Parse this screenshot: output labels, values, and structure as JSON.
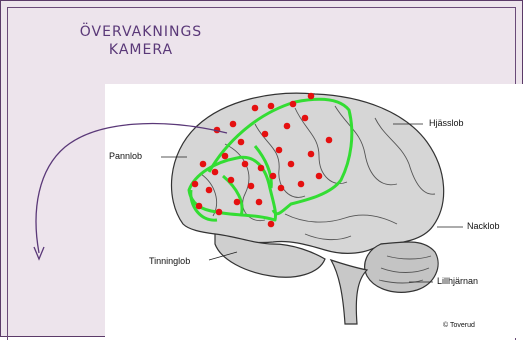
{
  "slide": {
    "title_line1": "ÖVERVAKNINGS",
    "title_line2": "KAMERA"
  },
  "diagram": {
    "labels": {
      "parietal": "Hjässlob",
      "frontal": "Pannlob",
      "occipital": "Nacklob",
      "temporal": "Tinninglob",
      "cerebellum": "Lillhjärnan",
      "credit": "© Toverud"
    },
    "colors": {
      "overlay_outline": "#33dd33",
      "dots": "#e51010",
      "arrow": "#5a3878",
      "background": "#ede4ec"
    }
  }
}
